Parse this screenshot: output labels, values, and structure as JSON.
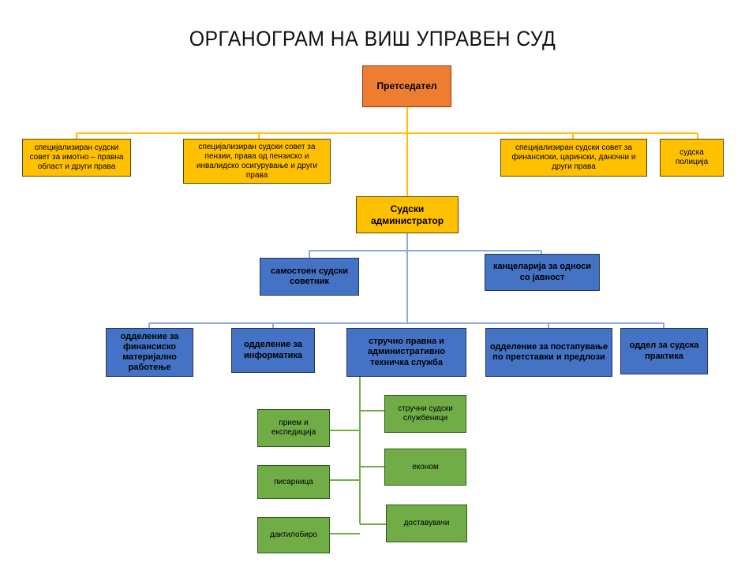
{
  "title": "ОРГАНОГРАМ НА ВИШ УПРАВЕН СУД",
  "colors": {
    "president": "#ED7D31",
    "councils": "#FFC000",
    "departments": "#4472C4",
    "services": "#70AD47",
    "connector_top": "#FFC000",
    "connector_blue": "#4472C4",
    "connector_green": "#70AD47"
  },
  "president": {
    "label": "Претседател"
  },
  "councils": [
    {
      "label": "специјализиран судски совет за имотно – правна област и други права"
    },
    {
      "label": "специјализиран судски совет за пензии, права од пензиско и инвалидско осигурување и други права"
    },
    {
      "label": "специјализиран судски совет за финансиски, царински, даночни и други права"
    },
    {
      "label": "судска полиција"
    }
  ],
  "administrator": {
    "label": "Судски администратор"
  },
  "advisors": [
    {
      "label": "самостоен судски советник"
    },
    {
      "label": "канцеларија за односи со јавност"
    }
  ],
  "departments": [
    {
      "label": "одделение за финансиско материјално работење"
    },
    {
      "label": "одделение за информатика"
    },
    {
      "label": "стручно правна и административно техничка служба"
    },
    {
      "label": "одделение за постапување по претставки и предлози"
    },
    {
      "label": "оддел за судска практика"
    }
  ],
  "services_left": [
    {
      "label": "прием и експедиција"
    },
    {
      "label": "писарница"
    },
    {
      "label": "дактилобиро"
    }
  ],
  "services_right": [
    {
      "label": "стручни судски службеници"
    },
    {
      "label": "економ"
    },
    {
      "label": "доставувачи"
    }
  ]
}
